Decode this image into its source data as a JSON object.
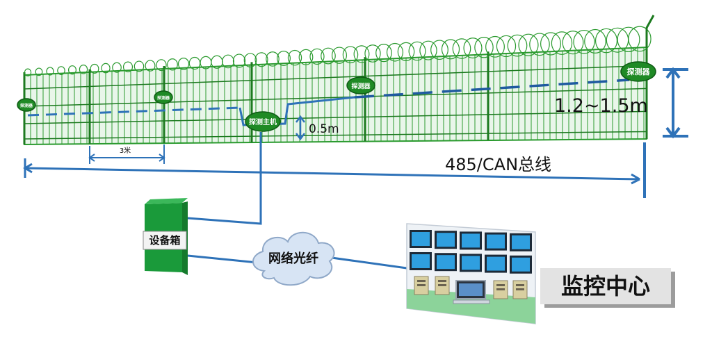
{
  "colors": {
    "fence": "#2a9a2e",
    "fence_dark": "#1c7a1f",
    "wire": "#2e72b8",
    "wire_dark": "#1f5aa0",
    "node_fill": "#1f8a25",
    "node_text": "#ffffff",
    "box_fill": "#1a9a3a",
    "cloud_fill": "#d7e4f4",
    "screen_blue": "#2f9fe0",
    "label_bg": "#e3e3e3"
  },
  "labels": {
    "detector": "探测器",
    "host": "探测主机",
    "spacing": "3米",
    "height_range": "1.2~1.5m",
    "host_height": "0.5m",
    "bus": "485/CAN总线",
    "equipment_box": "设备箱",
    "network": "网络光纤",
    "control_center": "监控中心"
  },
  "icons": {
    "detector_node": "detector-node-icon",
    "host_node": "host-node-icon",
    "cloud": "cloud-icon",
    "server": "server-icon",
    "monitor": "monitor-icon",
    "video_wall": "video-wall-icon"
  }
}
